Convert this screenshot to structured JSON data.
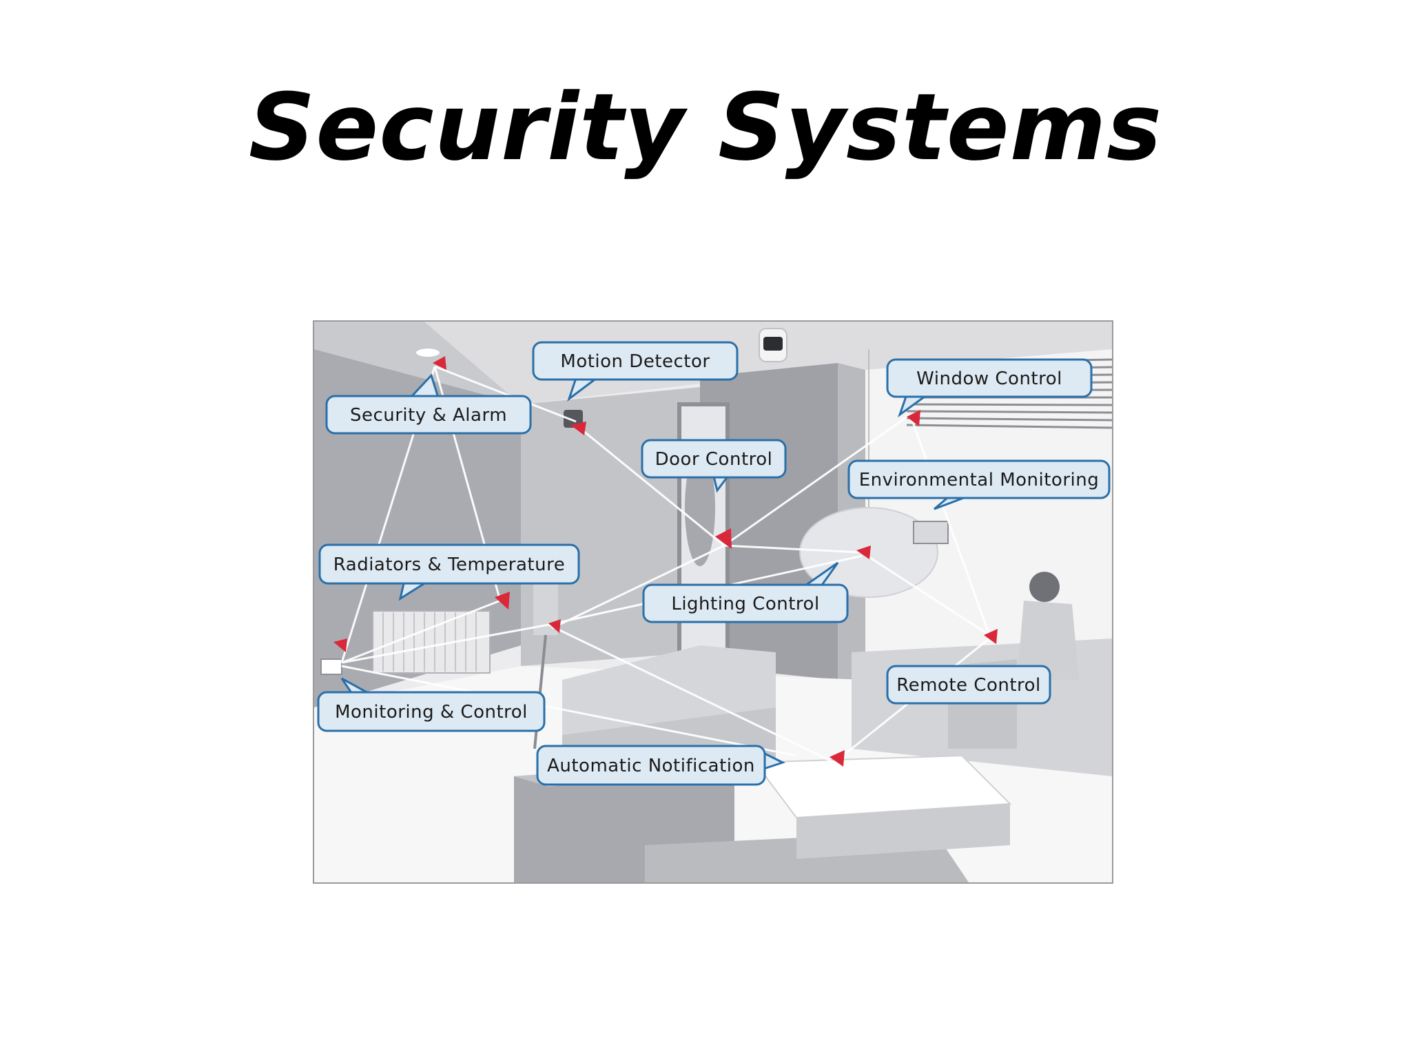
{
  "title": "Security Systems",
  "colors": {
    "callout_fill": "#dde9f3",
    "callout_border": "#2a6fa8",
    "sensor_red": "#d9283a",
    "connection_line": "#ffffff"
  },
  "callouts": [
    {
      "id": "motion-detector",
      "label": "Motion Detector"
    },
    {
      "id": "security-alarm",
      "label": "Security & Alarm"
    },
    {
      "id": "window-control",
      "label": "Window Control"
    },
    {
      "id": "door-control",
      "label": "Door Control"
    },
    {
      "id": "environmental-monitoring",
      "label": "Environmental Monitoring"
    },
    {
      "id": "radiators-temperature",
      "label": "Radiators & Temperature"
    },
    {
      "id": "lighting-control",
      "label": "Lighting Control"
    },
    {
      "id": "remote-control",
      "label": "Remote Control"
    },
    {
      "id": "monitoring-control",
      "label": "Monitoring & Control"
    },
    {
      "id": "automatic-notification",
      "label": "Automatic Notification"
    }
  ]
}
